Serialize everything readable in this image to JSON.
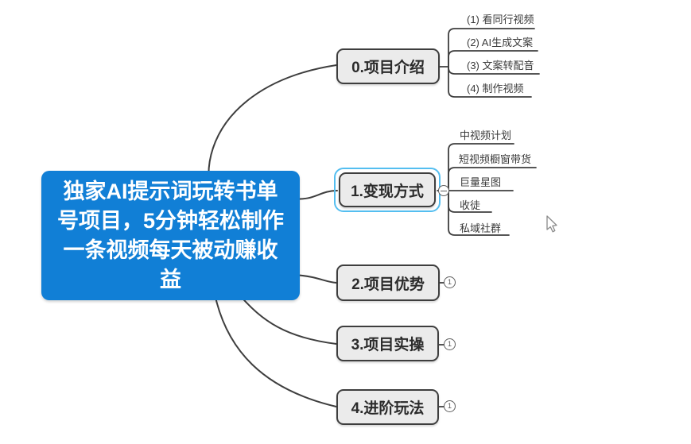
{
  "app": {
    "type": "mindmap-canvas",
    "background": "#FFFFFF"
  },
  "central_topic": {
    "full_text": "独家AI提示词玩转书单号项目，5分钟轻松制作一条视频每天被动赚收益",
    "lines": [
      "独家AI提示词玩转书单",
      "号项目，5分钟轻松制作",
      "一条视频每天被动赚收",
      "益"
    ],
    "bg_color": "#117FD6",
    "text_color": "#FFFFFF"
  },
  "branches": [
    {
      "label": "0.项目介绍",
      "children": [
        "(1) 看同行视频",
        "(2) AI生成文案",
        "(3) 文案转配音",
        "(4) 制作视频"
      ]
    },
    {
      "label": "1.变现方式",
      "selected": true,
      "children": [
        "中视频计划",
        "短视频橱窗带货",
        "巨量星图",
        "收徒",
        "私域社群"
      ]
    },
    {
      "label": "2.项目优势",
      "collapsed_count": "1"
    },
    {
      "label": "3.项目实操",
      "collapsed_count": "1"
    },
    {
      "label": "4.进阶玩法",
      "collapsed_count": "1"
    }
  ],
  "colors": {
    "central_bg": "#117FD6",
    "node_fill": "#EBEBEB",
    "node_border": "#3E3E3E",
    "connector": "#3E3E3E",
    "selection": "#54BEF0"
  }
}
